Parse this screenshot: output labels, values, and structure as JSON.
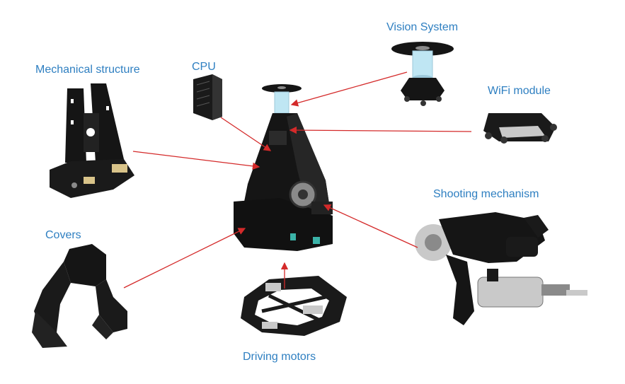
{
  "labels": {
    "vision_system": "Vision System",
    "cpu": "CPU",
    "mechanical_structure": "Mechanical structure",
    "wifi_module": "WiFi module",
    "shooting_mechanism": "Shooting mechanism",
    "covers": "Covers",
    "driving_motors": "Driving motors"
  },
  "colors": {
    "label": "#2e7fc1",
    "arrow": "#d42a2a",
    "part_body": "#151515",
    "part_highlight": "#8a8a8a",
    "tube": "#bfe6f3",
    "metal": "#c9c9c9"
  }
}
